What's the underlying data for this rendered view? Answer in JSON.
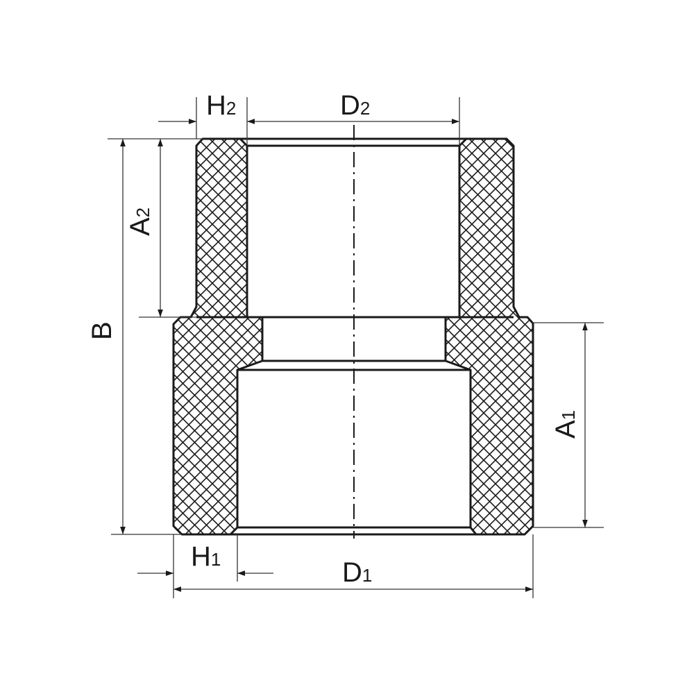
{
  "drawing": {
    "title": "Reducing coupling cross-section",
    "colors": {
      "outline": "#1a1a1a",
      "dimension": "#333333",
      "hatch": "#1a1a1a",
      "background": "#ffffff"
    }
  },
  "dimensions": {
    "H2": {
      "main": "H",
      "sub": "2"
    },
    "D2": {
      "main": "D",
      "sub": "2"
    },
    "A2": {
      "main": "A",
      "sub": "2"
    },
    "B": {
      "main": "B"
    },
    "A1": {
      "main": "A",
      "sub": "1"
    },
    "H1": {
      "main": "H",
      "sub": "1"
    },
    "D1": {
      "main": "D",
      "sub": "1"
    }
  }
}
